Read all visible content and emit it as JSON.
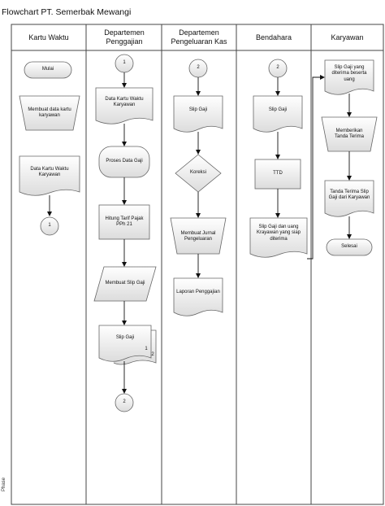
{
  "title": "Flowchart PT. Semerbak Mewangi",
  "phase_label": "Phase",
  "lanes": [
    "Kartu Waktu",
    "Departemen Penggajian",
    "Departemen Pengeluaran Kas",
    "Bendahara",
    "Karyawan"
  ],
  "nodes": {
    "mulai": "Mulai",
    "membuat_data": "Membuat data kartu karyawan",
    "data_kartu_waktu": "Data Kartu Waktu Karyawan",
    "conn_out_1": "1",
    "conn_in_1": "1",
    "data_kartu_waktu_2": "Data Kartu Waktu Karyawan",
    "proses_data_gaji": "Proses Data Gaji",
    "hitung_tarif": "Hitung Tarif Pajak PPh 21",
    "membuat_slip": "Membuat Slip Gaji",
    "slip_gaji_multi": "Slip Gaji",
    "multi_n1": "1",
    "multi_n2": "2",
    "conn_out_2": "2",
    "conn_in_2a": "2",
    "slip_gaji_kas": "Slip Gaji",
    "koreksi": "Koreksi",
    "membuat_jurnal": "Membuat Jurnal Pengeluaran",
    "laporan": "Laporan Penggajian",
    "conn_in_2b": "2",
    "slip_gaji_bend": "Slip Gaji",
    "ttd": "TTD",
    "slip_uang": "Slip Gaji dan uang Krayawan yang siap diterima",
    "slip_diterima": "Slip Gaji yang diterima beserta uang",
    "memberikan": "Memberikan Tanda Terima",
    "tanda_terima": "Tanda Terima Slip Gaji dari Karyawan",
    "selesai": "Selesai"
  }
}
